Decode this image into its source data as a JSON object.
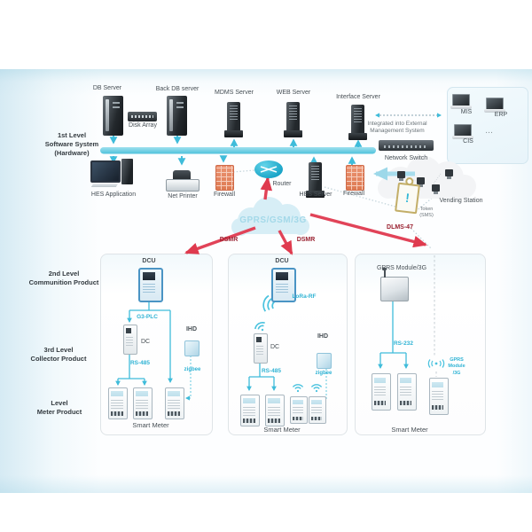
{
  "levels": {
    "l1": "1st Level\nSoftware System\n(Hardware)",
    "l2": "2nd Level\nCommunition Product",
    "l3": "3rd Level\nCollector Product",
    "l4": "Level\nMeter Product"
  },
  "top_row": {
    "db_server": "DB Server",
    "disk_array": "Disk Array",
    "back_db_server": "Back DB server",
    "mdms_server": "MDMS Server",
    "web_server": "WEB Server",
    "interface_server": "Interface Server"
  },
  "external": {
    "note": "Integrated into External\nManagement System",
    "network_switch": "Network Switch",
    "mis": "MIS",
    "erp": "ERP",
    "cis": "CIS",
    "dots": "..."
  },
  "middle_row": {
    "hes_application": "HES Application",
    "net_printer": "Net Printer",
    "firewall_left": "Firewall",
    "router": "Router",
    "hes_server": "HES Server",
    "firewall_right": "Firewall",
    "vending_station": "Vending Station",
    "token": "Token\n(SMS)",
    "token_mark": "!"
  },
  "wan": {
    "cloud": "GPRS/GSM/3G",
    "dsmr_left": "DSMR",
    "dsmr_right": "DSMR",
    "dlms": "DLMS-47"
  },
  "box1": {
    "dcu": "DCU",
    "link": "G3-PLC",
    "dc": "DC",
    "bus": "RS-485",
    "ihd": "IHD",
    "zigbee": "zigbee",
    "caption": "Smart Meter"
  },
  "box2": {
    "dcu": "DCU",
    "link": "LoRa-RF",
    "dc": "DC",
    "bus": "RS-485",
    "ihd": "IHD",
    "zigbee": "zigbee",
    "caption": "Smart Meter"
  },
  "box3": {
    "title": "GPRS Module/3G",
    "bus": "RS-232",
    "gprs": "GPRS\nModule\n/3G",
    "caption": "Smart Meter"
  },
  "colors": {
    "accent_cyan": "#2fb3d4",
    "arrow_red": "#e14358",
    "label_red": "#9a2130",
    "bar_blue": "#57c6de"
  }
}
